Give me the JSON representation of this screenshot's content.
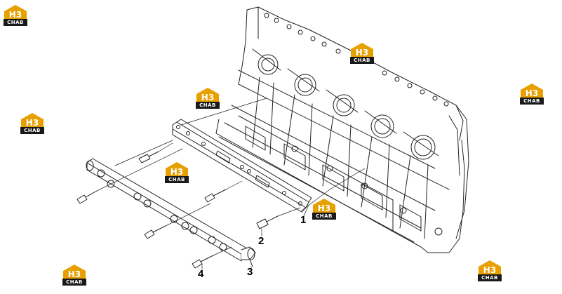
{
  "watermark": {
    "text": "CHAB",
    "accent": "#e8a000",
    "dark": "#1a1a1a"
  },
  "callouts": [
    {
      "id": "c1",
      "text": "1"
    },
    {
      "id": "c2",
      "text": "2"
    },
    {
      "id": "c3",
      "text": "3"
    },
    {
      "id": "c4",
      "text": "4"
    }
  ]
}
